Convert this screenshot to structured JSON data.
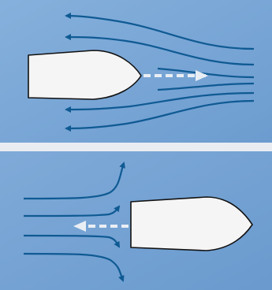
{
  "colors": {
    "water": "#6f9fd0",
    "water_light": "#8ab3dd",
    "divider": "#e9edf2",
    "boat_fill": "#f5f5f5",
    "boat_outline": "#111111",
    "flow_line": "#0f5a93",
    "motion_arrow": "#e9eef4"
  },
  "panels": [
    {
      "name": "forward-motion",
      "flow_direction": "toward-stern",
      "motion_direction": "forward",
      "flow_line_count": 6
    },
    {
      "name": "reverse-motion",
      "flow_direction": "around-stern",
      "motion_direction": "backward",
      "flow_line_count": 4
    }
  ]
}
